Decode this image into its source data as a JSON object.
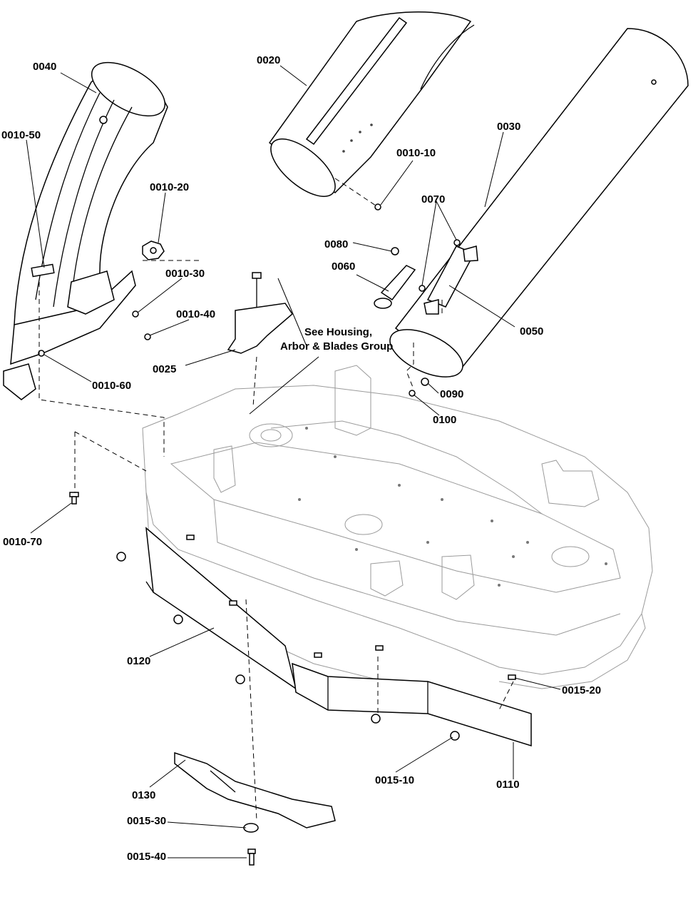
{
  "diagram": {
    "note": {
      "line1": "See Housing,",
      "line2": "Arbor & Blades Group"
    },
    "callouts": {
      "c0040": "0040",
      "c0010_50": "0010-50",
      "c0010_20": "0010-20",
      "c0010_30": "0010-30",
      "c0010_40": "0010-40",
      "c0010_60": "0010-60",
      "c0010_70": "0010-70",
      "c0020": "0020",
      "c0010_10": "0010-10",
      "c0030": "0030",
      "c0070": "0070",
      "c0080": "0080",
      "c0060": "0060",
      "c0050": "0050",
      "c0025": "0025",
      "c0090": "0090",
      "c0100": "0100",
      "c0120": "0120",
      "c0015_20": "0015-20",
      "c0015_10": "0015-10",
      "c0110": "0110",
      "c0130": "0130",
      "c0015_30": "0015-30",
      "c0015_40": "0015-40"
    }
  }
}
